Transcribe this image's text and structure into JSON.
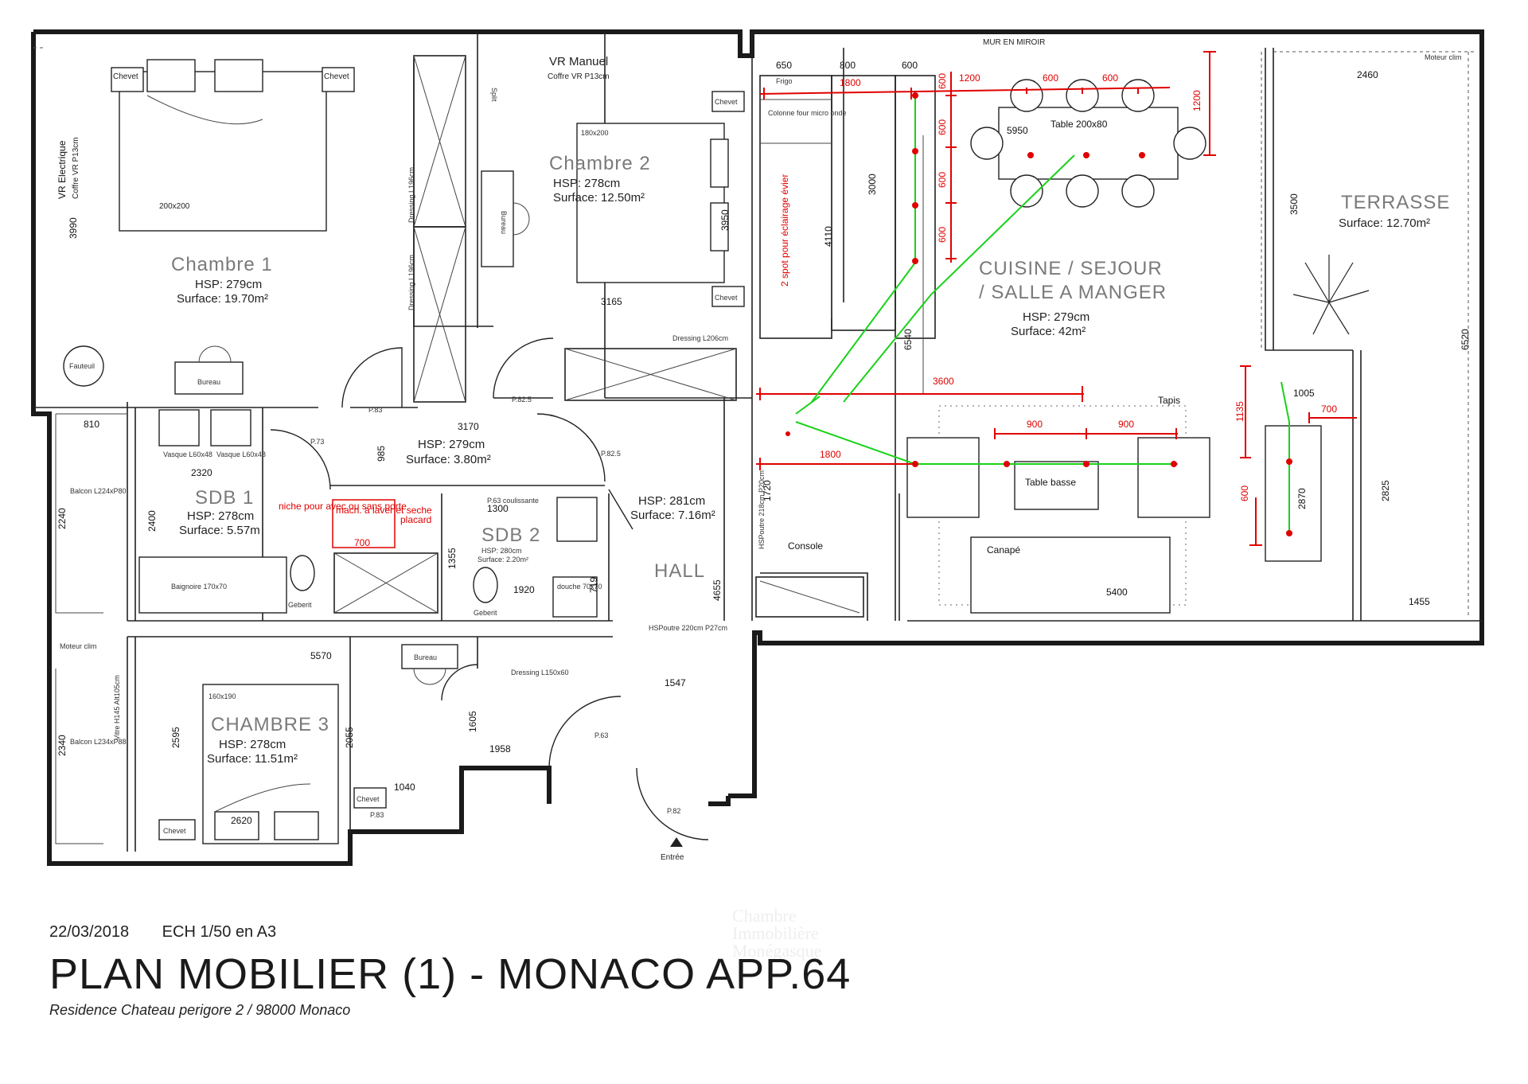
{
  "rooms": {
    "chambre1": {
      "name": "Chambre 1",
      "hsp": "HSP: 279cm",
      "surface": "Surface: 19.70m²"
    },
    "chambre2": {
      "name": "Chambre 2",
      "hsp": "HSP: 278cm",
      "surface": "Surface: 12.50m²"
    },
    "chambre3": {
      "name": "CHAMBRE 3",
      "hsp": "HSP: 278cm",
      "surface": "Surface: 11.51m²"
    },
    "sdb1": {
      "name": "SDB 1",
      "hsp": "HSP: 278cm",
      "surface": "Surface: 5.57m"
    },
    "sdb2": {
      "name": "SDB 2",
      "hsp": "HSP: 280cm",
      "surface": "Surface: 2.20m²"
    },
    "couloir": {
      "hsp": "HSP: 279cm",
      "surface": "Surface: 3.80m²"
    },
    "hall": {
      "name": "HALL",
      "hsp": "HSP: 281cm",
      "surface": "Surface: 7.16m²"
    },
    "sejour": {
      "name_line1": "CUISINE / SEJOUR",
      "name_line2": "/ SALLE A MANGER",
      "hsp": "HSP: 279cm",
      "surface": "Surface: 42m²"
    },
    "terrasse": {
      "name": "TERRASSE",
      "surface": "Surface: 12.70m²"
    }
  },
  "labels": {
    "mur_miroir": "MUR EN MIROIR",
    "vr_manuel": "VR Manuel",
    "coffre_vr": "Coffre VR P13cm",
    "vr_electrique": "VR Electrique",
    "chevet": "Chevet",
    "bed_200": "200x200",
    "bed_180": "180x200",
    "bed_160": "160x190",
    "bureau": "Bureau",
    "fauteuil": "Fauteuil",
    "dressing_l196": "Dressing L196cm",
    "dressing_l206": "Dressing L206cm",
    "dressing_l150": "Dressing L150x60",
    "split": "Split",
    "frigo": "Frigo",
    "colonne": "Colonne four micro onde",
    "table_200": "Table 200x80",
    "table_basse": "Table basse",
    "tapis": "Tapis",
    "canape": "Canapé",
    "console": "Console",
    "vasque": "Vasque L60x48",
    "balcon1": "Balcon L224xP80",
    "balcon3": "Balcon L234xP88",
    "baignoire": "Baignoire 170x70",
    "douche": "douche 70x70",
    "geberit": "Geberit",
    "porte_coulissante": "P.63 coulissante",
    "hsp_poutre_218": "HSPoutre 218cm P20cm",
    "hsp_poutre_220": "HSPoutre 220cm P27cm",
    "moteur_clim": "Moteur clim",
    "vitre": "Vitre H145 Alt105cm",
    "entree": "Entrée",
    "p82": "P.82",
    "p825": "P.82.5",
    "p83": "P.83",
    "p73": "P.73",
    "p63": "P.63"
  },
  "dims": {
    "d650": "650",
    "d800": "800",
    "d600": "600",
    "d2460": "2460",
    "d3990": "3990",
    "d3950": "3950",
    "d3165": "3165",
    "d3170": "3170",
    "d985": "985",
    "d2320": "2320",
    "d2400": "2400",
    "d810": "810",
    "d2240": "2240",
    "d1300": "1300",
    "d1355": "1355",
    "d1920": "1920",
    "d719": "719",
    "d5570": "5570",
    "d2595": "2595",
    "d2055": "2055",
    "d1605": "1605",
    "d1958": "1958",
    "d1547": "1547",
    "d1040": "1040",
    "d2620": "2620",
    "d2340": "2340",
    "d4655": "4655",
    "d4110": "4110",
    "d3000": "3000",
    "d6540": "6540",
    "d5950": "5950",
    "d3500": "3500",
    "d6520": "6520",
    "d2825": "2825",
    "d2870": "2870",
    "d1455": "1455",
    "d1005": "1005",
    "d5400": "5400",
    "d1720": "1720"
  },
  "annotations": {
    "r1800a": "1800",
    "r1200": "1200",
    "r600a": "600",
    "r600b": "600",
    "r1200v": "1200",
    "r600v1": "600",
    "r600v2": "600",
    "r600v3": "600",
    "r600v4": "600",
    "r3600": "3600",
    "r900a": "900",
    "r900b": "900",
    "r1800b": "1800",
    "r1135": "1135",
    "r700": "700",
    "r600c": "600",
    "spot_evier": "2 spot pour éclairage évier",
    "niche": "niche pour avec ou sans porte",
    "mach": "mach. a laver et seche",
    "mach_dim": "700",
    "placard": "placard"
  },
  "footer": {
    "date": "22/03/2018",
    "scale": "ECH 1/50 en A3",
    "title": "PLAN MOBILIER (1) - MONACO APP.64",
    "subtitle": "Residence Chateau perigore 2 / 98000 Monaco"
  },
  "watermark": [
    "Chambre",
    "Immobilière",
    "Monégasque"
  ],
  "colors": {
    "annotation_red": "#e00000",
    "lighting_green": "#19d219",
    "wall": "#1a1a1a"
  }
}
